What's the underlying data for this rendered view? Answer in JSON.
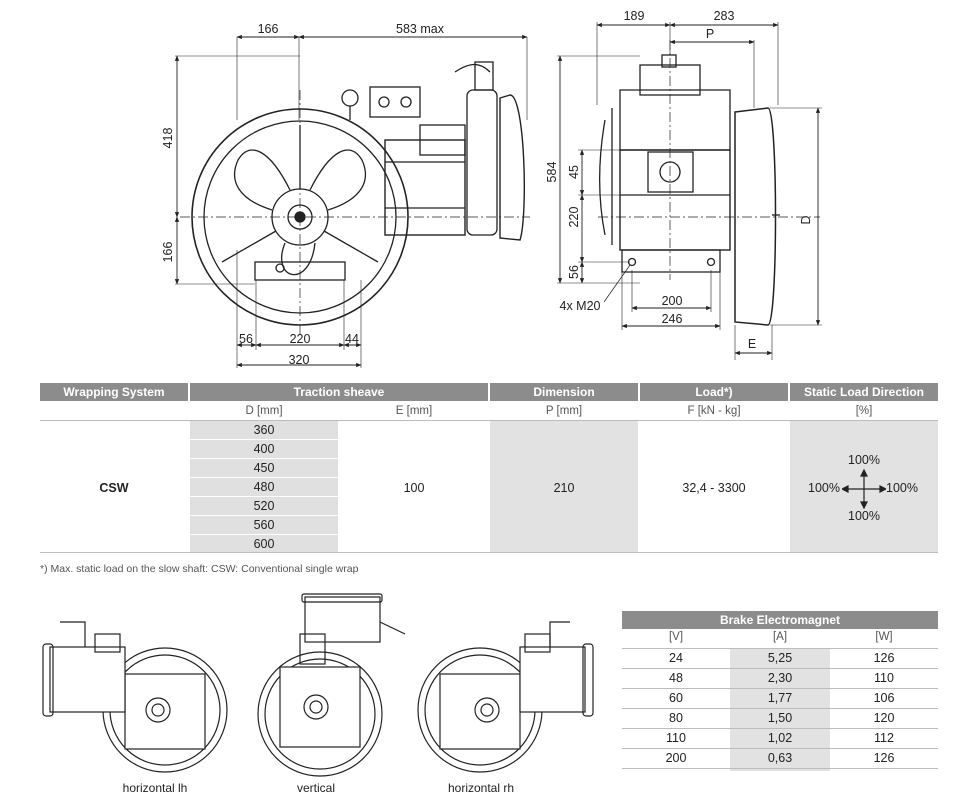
{
  "dimensions": {
    "front_view": {
      "top_166": "166",
      "top_583max": "583 max",
      "left_418": "418",
      "left_166": "166",
      "bottom_56": "56",
      "bottom_220": "220",
      "bottom_44": "44",
      "bottom_320": "320"
    },
    "side_view": {
      "top_189": "189",
      "top_283": "283",
      "top_P": "P",
      "left_584": "584",
      "left_45": "45",
      "left_220": "220",
      "left_56": "56",
      "bolts": "4x M20",
      "bottom_200": "200",
      "bottom_246": "246",
      "right_D": "D",
      "bottom_E": "E"
    }
  },
  "spec_table": {
    "headers": {
      "wrapping": "Wrapping System",
      "traction": "Traction sheave",
      "dimension": "Dimension",
      "load": "Load*)",
      "direction": "Static Load Direction"
    },
    "units": {
      "d": "D [mm]",
      "e": "E [mm]",
      "p": "P [mm]",
      "f": "F [kN - kg]",
      "pct": "[%]"
    },
    "system": "CSW",
    "d_values": [
      "360",
      "400",
      "450",
      "480",
      "520",
      "560",
      "600"
    ],
    "e_value": "100",
    "p_value": "210",
    "load_value": "32,4 - 3300",
    "direction": {
      "up": "100%",
      "down": "100%",
      "left": "100%",
      "right": "100%"
    }
  },
  "footnote": "*) Max. static load on the slow shaft: CSW: Conventional single wrap",
  "brake_table": {
    "title": "Brake Electromagnet",
    "headers": [
      "[V]",
      "[A]",
      "[W]"
    ],
    "rows": [
      [
        "24",
        "5,25",
        "126"
      ],
      [
        "48",
        "2,30",
        "110"
      ],
      [
        "60",
        "1,77",
        "106"
      ],
      [
        "80",
        "1,50",
        "120"
      ],
      [
        "110",
        "1,02",
        "112"
      ],
      [
        "200",
        "0,63",
        "126"
      ]
    ]
  },
  "mounting_captions": {
    "lh": "horizontal lh",
    "vertical": "vertical",
    "rh": "horizontal rh"
  }
}
